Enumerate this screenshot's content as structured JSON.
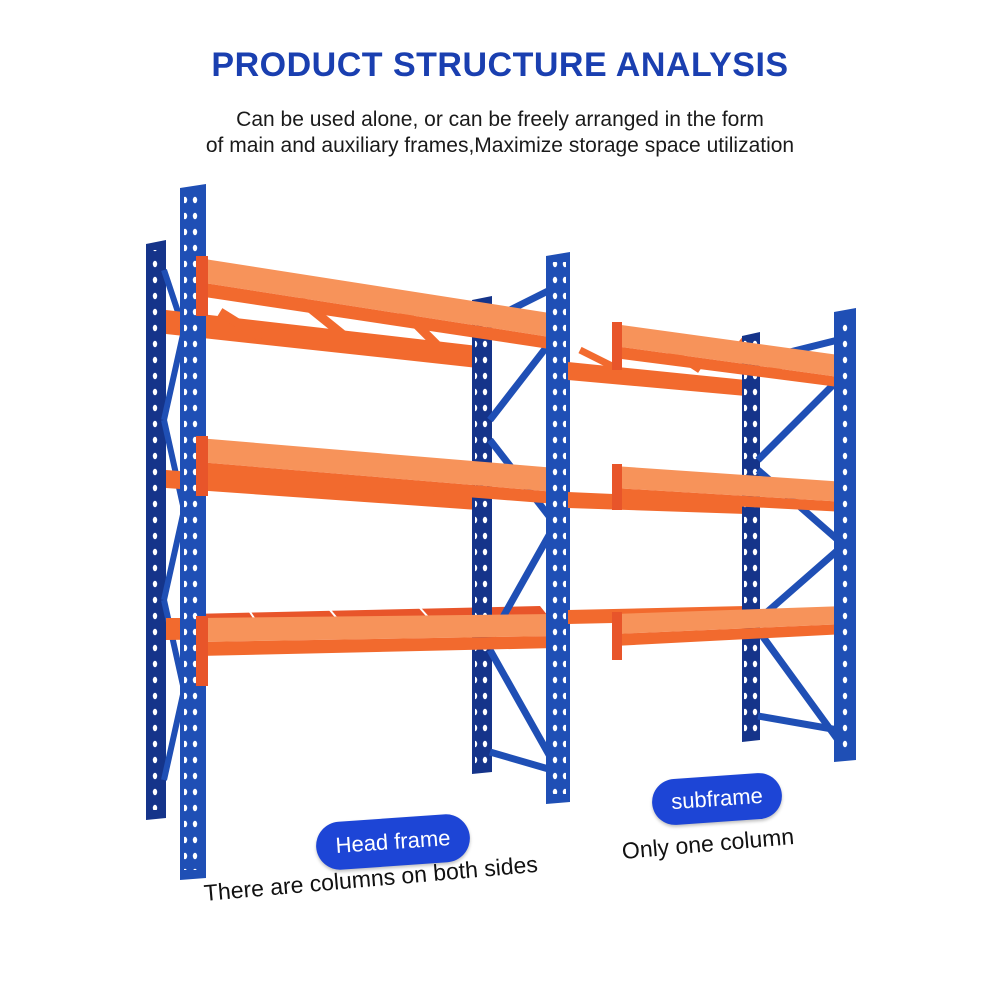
{
  "header": {
    "title": "PRODUCT STRUCTURE ANALYSIS",
    "subtitle_line1": "Can be used alone, or can be freely arranged in the form",
    "subtitle_line2": "of main and auxiliary frames,Maximize storage space utilization"
  },
  "labels": {
    "head_frame": "Head frame",
    "head_frame_caption": "There are columns on both sides",
    "subframe": "subframe",
    "subframe_caption": "Only one column"
  },
  "colors": {
    "title": "#1a3fb0",
    "upright_blue": "#1f4fb5",
    "upright_dark": "#15348a",
    "beam_orange": "#f26a2e",
    "beam_light": "#f7935a",
    "pill_blue": "#1d45d6"
  }
}
